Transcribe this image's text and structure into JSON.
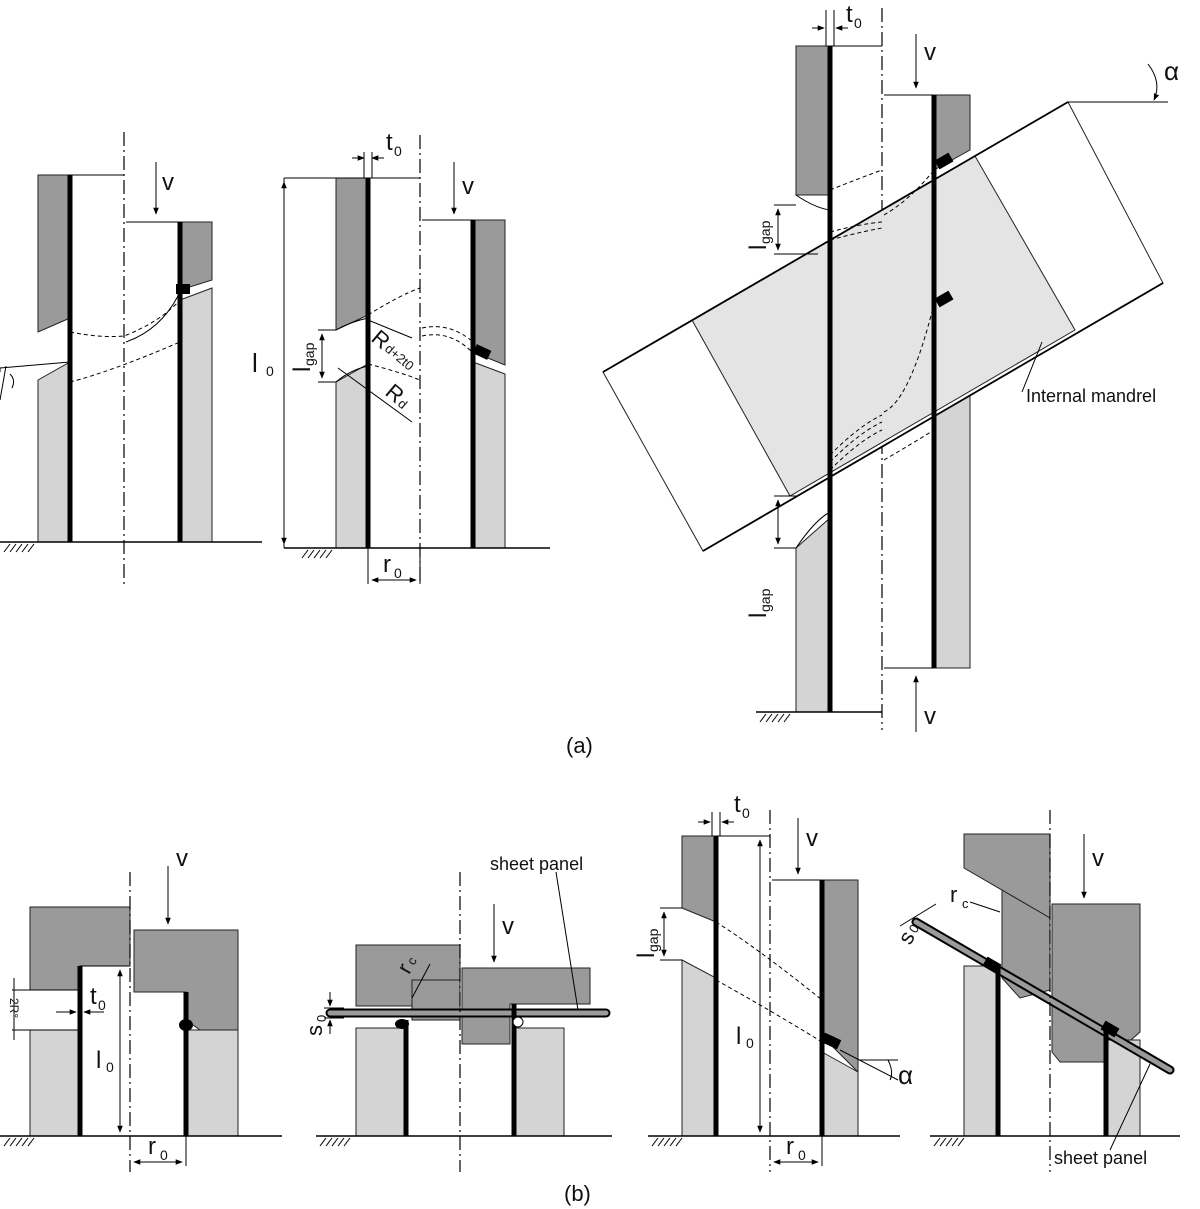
{
  "figure": {
    "caption_a": "(a)",
    "caption_b": "(b)",
    "labels": {
      "velocity": "v",
      "thickness": "t",
      "thickness_sub": "0",
      "length": "l",
      "length_sub": "0",
      "radius": "r",
      "radius_sub": "0",
      "gap": "l",
      "gap_sub": "gap",
      "die_radius": "R",
      "die_radius_sub": "d",
      "die_radius_outer_sub": "d+2t0",
      "angle": "α",
      "corner_radius": "r",
      "corner_radius_sub": "c",
      "sheet_thickness": "s",
      "sheet_thickness_sub": "0",
      "internal_mandrel": "Internal mandrel",
      "sheet_panel": "sheet panel"
    }
  },
  "colors": {
    "die_dark": "#9a9a9a",
    "die_light": "#d4d4d4",
    "mandrel": "#e4e4e4",
    "line": "#000000"
  }
}
